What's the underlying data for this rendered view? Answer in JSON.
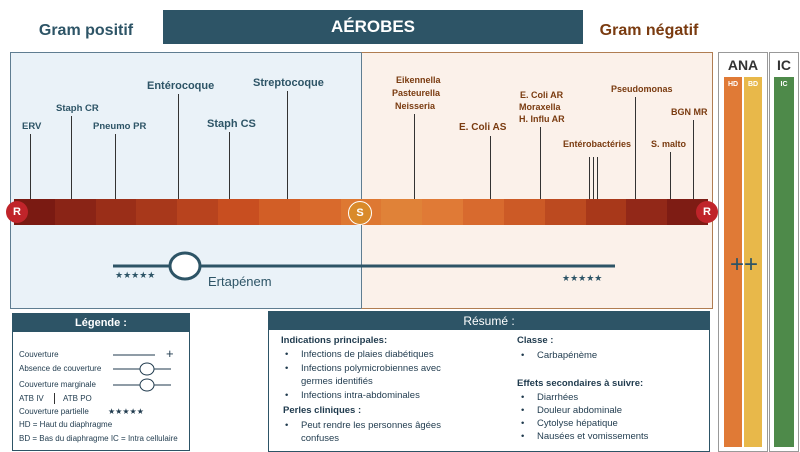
{
  "header": {
    "aerobes": "AÉROBES",
    "gram_positive": "Gram positif",
    "gram_negative": "Gram négatif"
  },
  "labels": {
    "erv": "ERV",
    "staph_cr": "Staph CR",
    "pneumo_pr": "Pneumo PR",
    "enterocoque": "Entérocoque",
    "staph_cs": "Staph CS",
    "streptocoque": "Streptocoque",
    "eikenella": "Eikennella",
    "pasteurella": "Pasteurella",
    "neisseria": "Neisseria",
    "ecoli_as": "E. Coli AS",
    "ecoli_ar": "E. Coli AR",
    "moraxella": "Moraxella",
    "h_influ": "H. Influ AR",
    "enterobacteries": "Entérobactéries",
    "pseudomonas": "Pseudomonas",
    "s_malto": "S. malto",
    "bgn_mr": "BGN MR"
  },
  "bar": {
    "left_marker": "R",
    "center_marker": "S",
    "right_marker": "R",
    "colors": [
      "#7a1a12",
      "#8a2416",
      "#9a2e18",
      "#a8381b",
      "#b8431e",
      "#c84e20",
      "#d25e26",
      "#d96a2c",
      "#de7832",
      "#e08238",
      "#e07a36",
      "#d86a2e",
      "#cc5a26",
      "#bc4a20",
      "#a8381a",
      "#922818",
      "#7e1c14"
    ],
    "marker_color_r": "#c0242a",
    "marker_color_s": "#d98a2a"
  },
  "coverage": {
    "drug": "Ertapénem",
    "left_stars": "★★★★★",
    "right_stars": "★★★★★"
  },
  "columns": {
    "ana": {
      "title": "ANA",
      "hd": "HD",
      "bd": "BD",
      "hd_color": "#e07a36",
      "bd_color": "#e8b84a",
      "symbol": "++"
    },
    "ic": {
      "title": "IC",
      "ic": "IC",
      "color": "#4e8a4a"
    }
  },
  "legend": {
    "title": "Légende :",
    "coverage": "Couverture",
    "plus": "+",
    "absence": "Absence de couverture",
    "marginal": "Couverture marginale",
    "atb_iv": "ATB IV",
    "atb_po": "ATB PO",
    "partial": "Couverture partielle",
    "stars": "★★★★★",
    "hd": "HD = Haut du diaphragme",
    "bd_ic": "BD = Bas du diaphragme IC = Intra cellulaire"
  },
  "summary": {
    "title": "Résumé :",
    "indications_title": "Indications principales:",
    "indications": [
      "Infections de plaies diabétiques",
      "Infections polymicrobiennes avec",
      "germes identifiés",
      "Infections intra-abdominales"
    ],
    "pearls_title": "Perles cliniques :",
    "pearls": [
      "Peut rendre les personnes âgées",
      "confuses"
    ],
    "class_title": "Classe :",
    "class": "Carbapénème",
    "effects_title": "Effets secondaires à suivre:",
    "effects": [
      "Diarrhées",
      "Douleur abdominale",
      "Cytolyse hépatique",
      "Nausées et vomissements"
    ]
  }
}
